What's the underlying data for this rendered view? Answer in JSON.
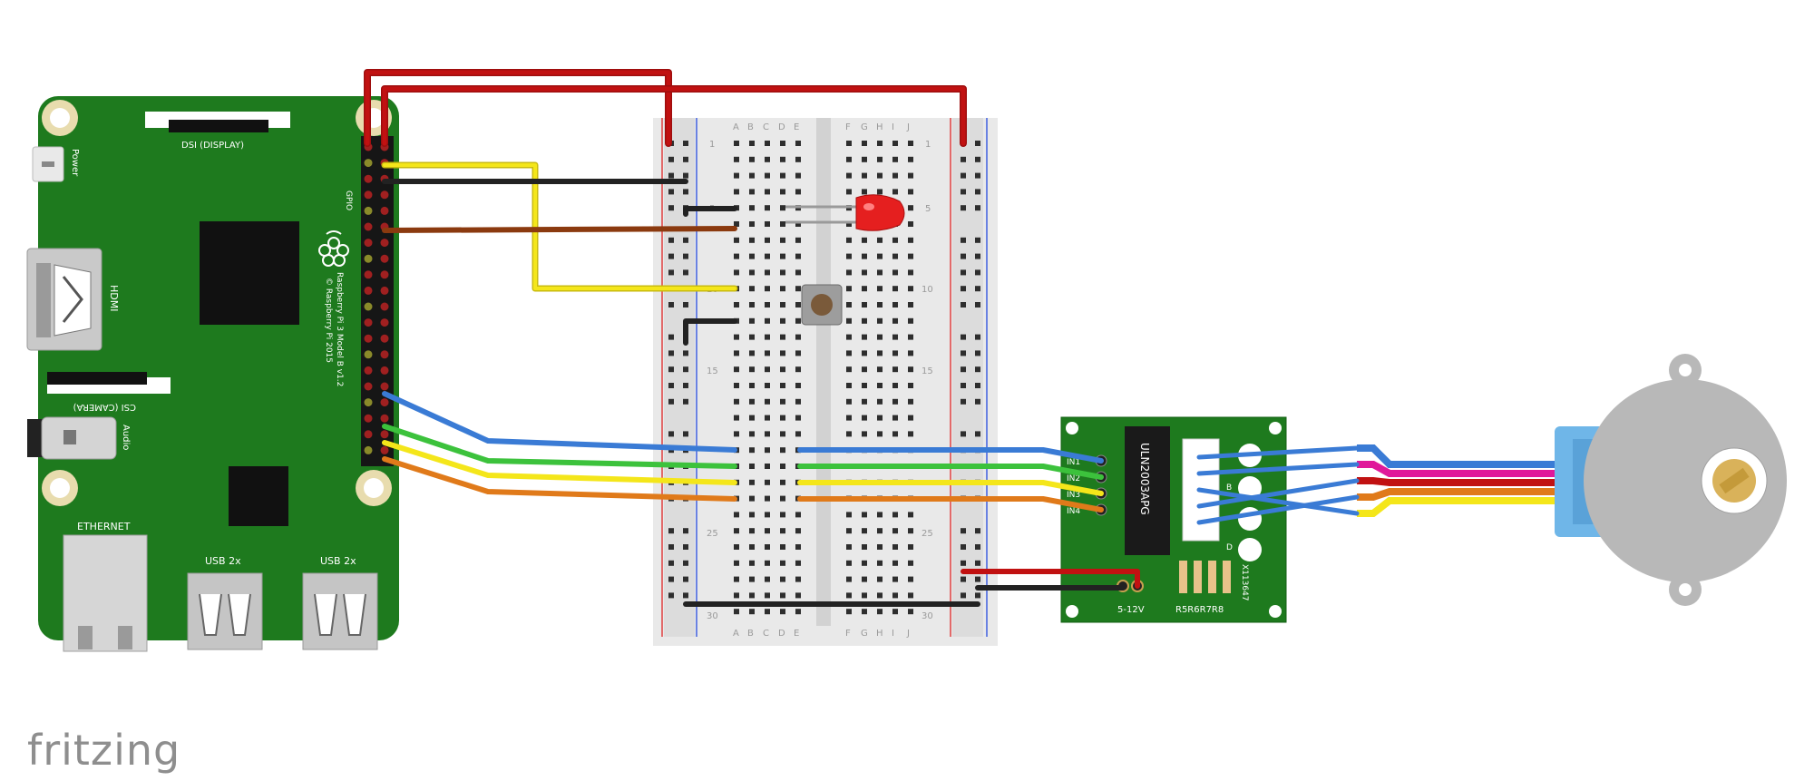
{
  "raspberry_pi": {
    "dsi_label": "DSI (DISPLAY)",
    "power_label": "Power",
    "hdmi_label": "HDMI",
    "csi_label": "CSI (CAMERA)",
    "audio_label": "Audio",
    "ethernet_label": "ETHERNET",
    "usb_label_1": "USB 2x",
    "usb_label_2": "USB 2x",
    "gpio_label": "GPIO",
    "model_label": "Raspberry Pi 3 Model B v1.2",
    "copyright_label": "© Raspberry Pi 2015"
  },
  "breadboard": {
    "col_letters_left": [
      "A",
      "B",
      "C",
      "D",
      "E"
    ],
    "col_letters_right": [
      "F",
      "G",
      "H",
      "I",
      "J"
    ],
    "row_1": "1",
    "row_5": "5",
    "row_10": "10",
    "row_15": "15",
    "row_25": "25",
    "row_30": "30"
  },
  "driver_board": {
    "chip_label": "ULN2003APG",
    "input_labels": [
      "IN1",
      "IN2",
      "IN3",
      "IN4"
    ],
    "voltage_label": "5-12V",
    "resistor_label": "R5R6R7R8",
    "side_label": "X113647",
    "led_label_b": "B",
    "led_label_d": "D"
  },
  "watermark": "fritzing",
  "colors": {
    "pcb_green": "#1e7a1e",
    "wire_red": "#c11111",
    "wire_yellow": "#f4e61a",
    "wire_black": "#222222",
    "wire_brown": "#8b3a0f",
    "wire_blue": "#3a7bd5",
    "wire_green": "#3cc23c",
    "wire_orange": "#e07a1a",
    "wire_pink": "#e0189a",
    "motor_gray": "#b8b8b8",
    "motor_blue": "#6fb6e8"
  }
}
